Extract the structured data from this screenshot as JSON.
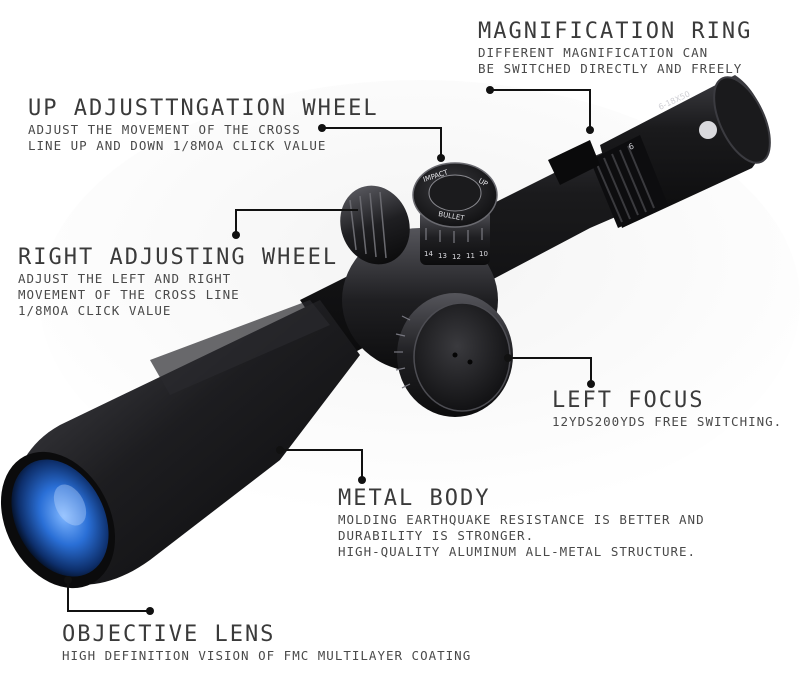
{
  "colors": {
    "background": "#ffffff",
    "scope_body": "#1c1c1e",
    "scope_highlight": "#6a6a70",
    "lens_blue": "#2a6fd6",
    "leader_line": "#111111",
    "text": "#444444"
  },
  "callouts": {
    "magnification_ring": {
      "title": "MAGNIFICATION RING",
      "lines": [
        "DIFFERENT MAGNIFICATION CAN",
        "BE SWITCHED DIRECTLY AND FREELY"
      ]
    },
    "up_adjusting_wheel": {
      "title": "UP ADJUSTTNGATION WHEEL",
      "lines": [
        "ADJUST THE MOVEMENT OF THE CROSS",
        "LINE UP AND DOWN 1/8MOA CLICK VALUE"
      ]
    },
    "right_adjusting_wheel": {
      "title": "RIGHT ADJUSTING WHEEL",
      "lines": [
        "ADJUST THE LEFT AND RIGHT",
        "MOVEMENT OF THE CROSS LINE",
        "1/8MOA CLICK VALUE"
      ]
    },
    "left_focus": {
      "title": "LEFT FOCUS",
      "lines": [
        "12YDS200YDS FREE SWITCHING."
      ]
    },
    "metal_body": {
      "title": "METAL BODY",
      "lines": [
        "MOLDING EARTHQUAKE RESISTANCE IS BETTER AND",
        "DURABILITY IS STRONGER.",
        "HIGH-QUALITY ALUMINUM ALL-METAL STRUCTURE."
      ]
    },
    "objective_lens": {
      "title": "OBJECTIVE LENS",
      "lines": [
        "HIGH DEFINITION VISION OF FMC MULTILAYER COATING"
      ]
    }
  },
  "scope_markings": {
    "elevation_turret": [
      "IMPACT",
      "BULLET",
      "UP"
    ],
    "elevation_numbers": [
      "14",
      "13",
      "12",
      "11",
      "10"
    ],
    "magnification_ring": [
      "6"
    ],
    "model_label": "6-18X50"
  }
}
